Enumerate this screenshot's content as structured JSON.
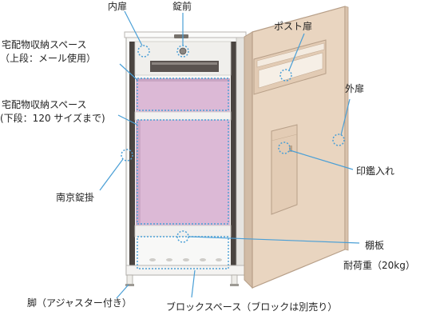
{
  "labels": {
    "inner_door": "内扉",
    "lock_front": "錠前",
    "post_door": "ポスト扉",
    "upper_space_line1": "宅配物収納スペース",
    "upper_space_line2": "（上段：メール使用）",
    "lower_space_line1": "宅配物収納スペース",
    "lower_space_line2": "(下段：120 サイズまで)",
    "outer_door": "外扉",
    "seal_holder": "印鑑入れ",
    "nanking_lock": "南京錠掛",
    "shelf_line1": "棚板",
    "shelf_line2": "耐荷重（20kg）",
    "legs": "脚（アジャスター付き）",
    "block_space": "ブロックスペース（ブロックは別売り）"
  },
  "colors": {
    "cabinet_body": "#f7f7f5",
    "cabinet_edge": "#b8b6b2",
    "door_beige": "#e9d5c0",
    "door_edge": "#b79f88",
    "compartment_pink": "#dcb9d6",
    "callout_blue": "#4a9fd6",
    "dark_interior": "#4a4440"
  }
}
